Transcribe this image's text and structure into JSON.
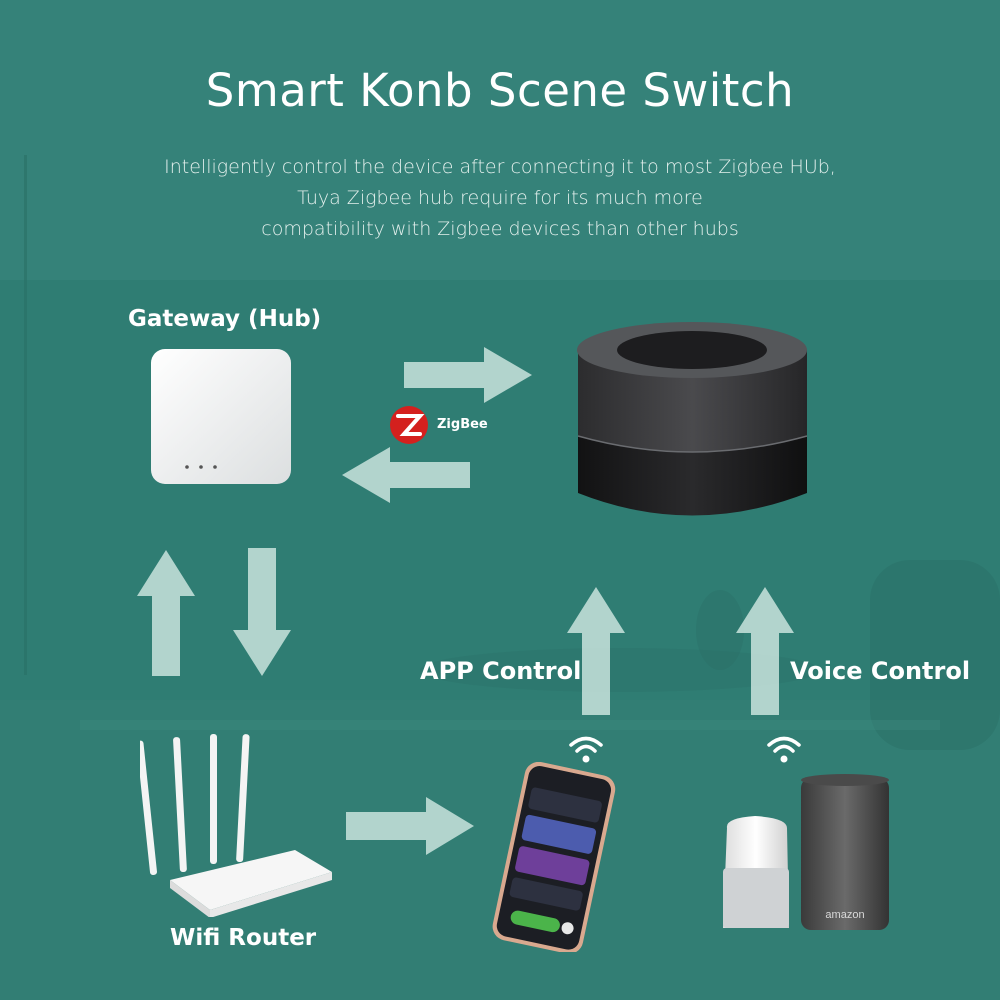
{
  "title": "Smart Konb Scene Switch",
  "subtitle": {
    "line1": "Intelligently control  the device after  connecting it to  most Zigbee HUb,",
    "line2": "Tuya Zigbee hub require for its  much  more",
    "line3": "compatibility with Zigbee devices than other hubs"
  },
  "labels": {
    "gateway": "Gateway (Hub)",
    "router": "Wifi Router",
    "app_control": "APP Control",
    "voice_control": "Voice Control",
    "zigbee": "ZigBee",
    "speaker_brand": "amazon"
  },
  "icons": [
    "zigbee-logo",
    "wifi-icon",
    "arrow-icon"
  ],
  "colors": {
    "background": "#2f7d73",
    "arrow": "#c9e3dd",
    "text": "#ffffff",
    "zigbee_red": "#d4201e"
  }
}
